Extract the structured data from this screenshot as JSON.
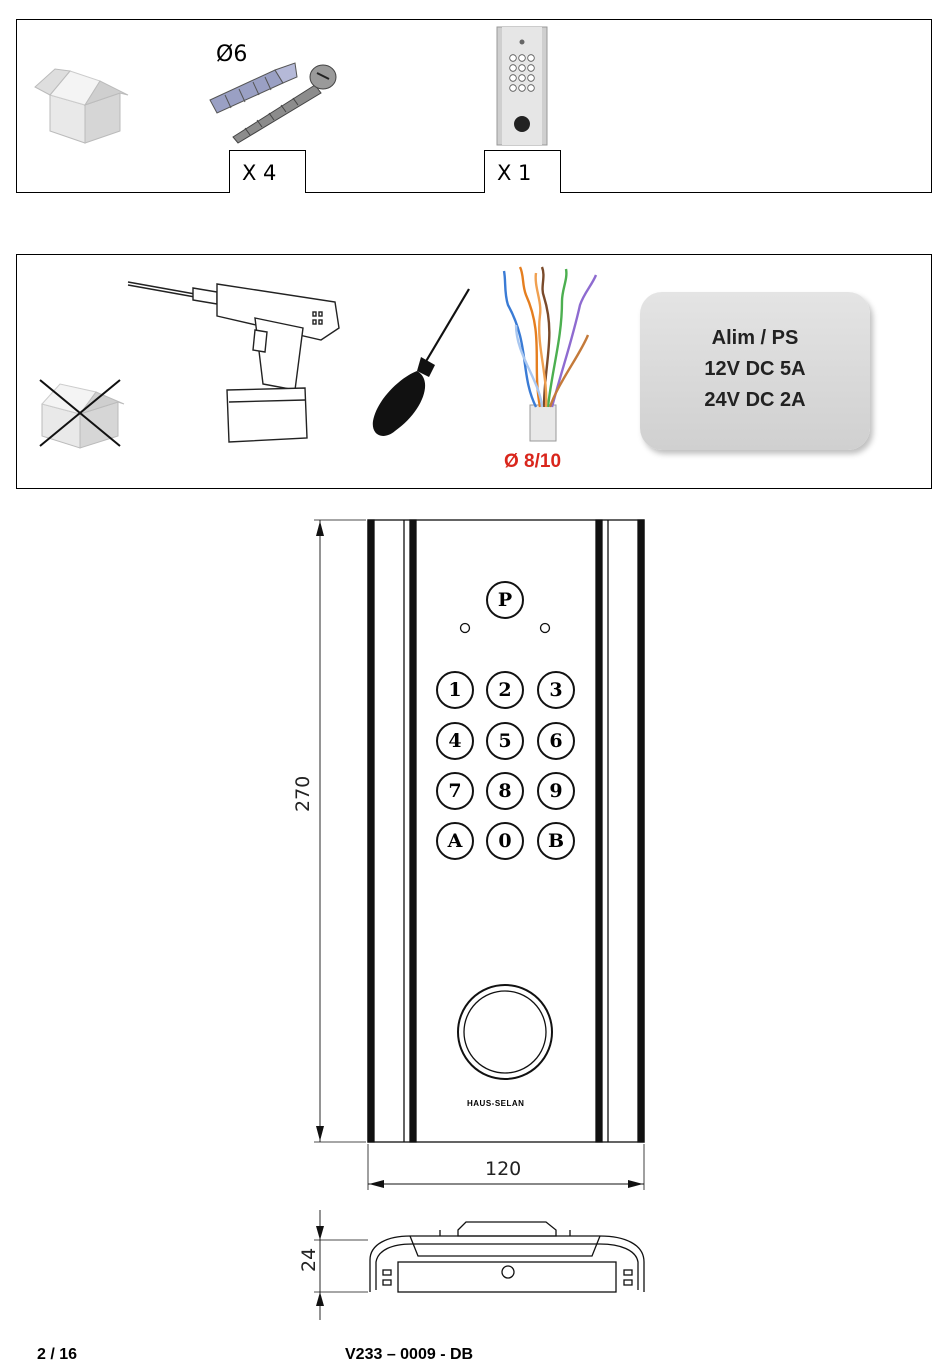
{
  "contents": {
    "anchor_diameter": "Ø6",
    "screws_qty": "X 4",
    "keypad_qty": "X 1"
  },
  "tools": {
    "cable_diameter": "Ø 8/10",
    "power_supply": [
      "Alim / PS",
      "12V DC 5A",
      "24V DC 2A"
    ]
  },
  "drawing": {
    "height_dim": "270",
    "width_dim": "120",
    "depth_dim": "24",
    "keys": [
      "1",
      "2",
      "3",
      "4",
      "5",
      "6",
      "7",
      "8",
      "9",
      "A",
      "0",
      "B"
    ],
    "top_key": "P",
    "brand": "HAUS-SELAN"
  },
  "footer": {
    "page": "2 / 16",
    "doc_ref": "V233 – 0009 - DB"
  }
}
